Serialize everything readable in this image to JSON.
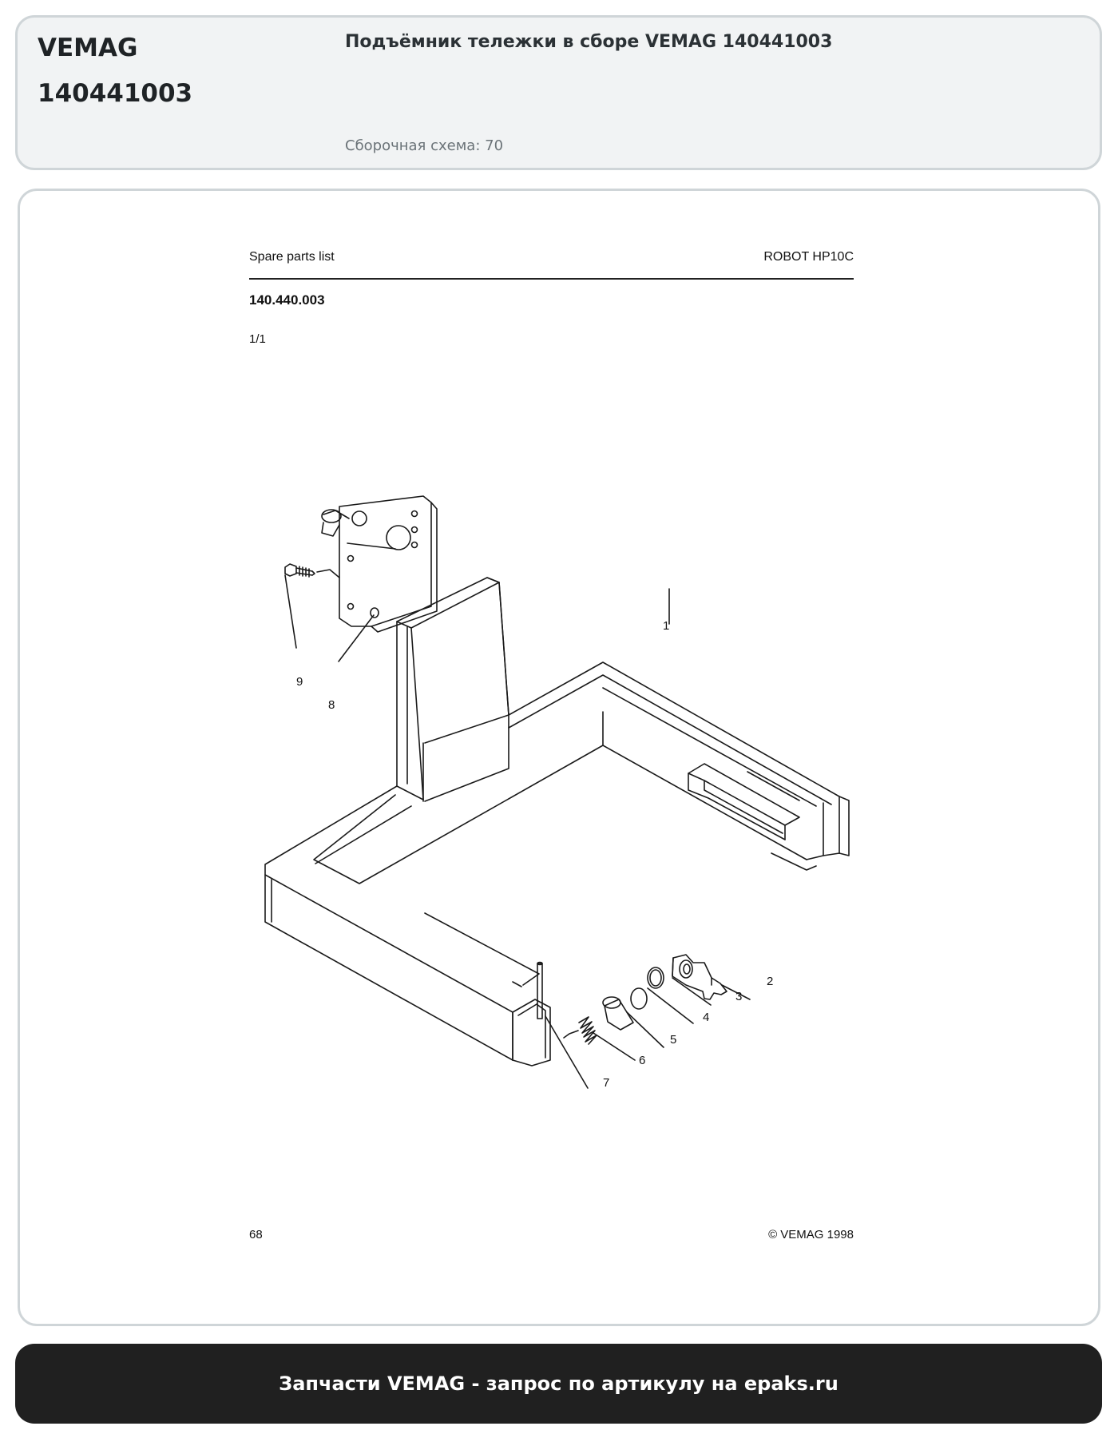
{
  "header": {
    "brand_line1": "VEMAG",
    "brand_line2": "140441003",
    "title": "Подъёмник тележки в сборе VEMAG 140441003",
    "subtitle": "Сборочная схема: 70"
  },
  "document": {
    "left_header": "Spare parts list",
    "right_header": "ROBOT HP10C",
    "part_number": "140.440.003",
    "page_fraction": "1/1",
    "page_number": "68",
    "copyright": "© VEMAG 1998",
    "callouts": [
      "1",
      "2",
      "3",
      "4",
      "5",
      "6",
      "7",
      "8",
      "9"
    ]
  },
  "footer": {
    "text": "Запчасти VEMAG - запрос по артикулу на epaks.ru"
  }
}
